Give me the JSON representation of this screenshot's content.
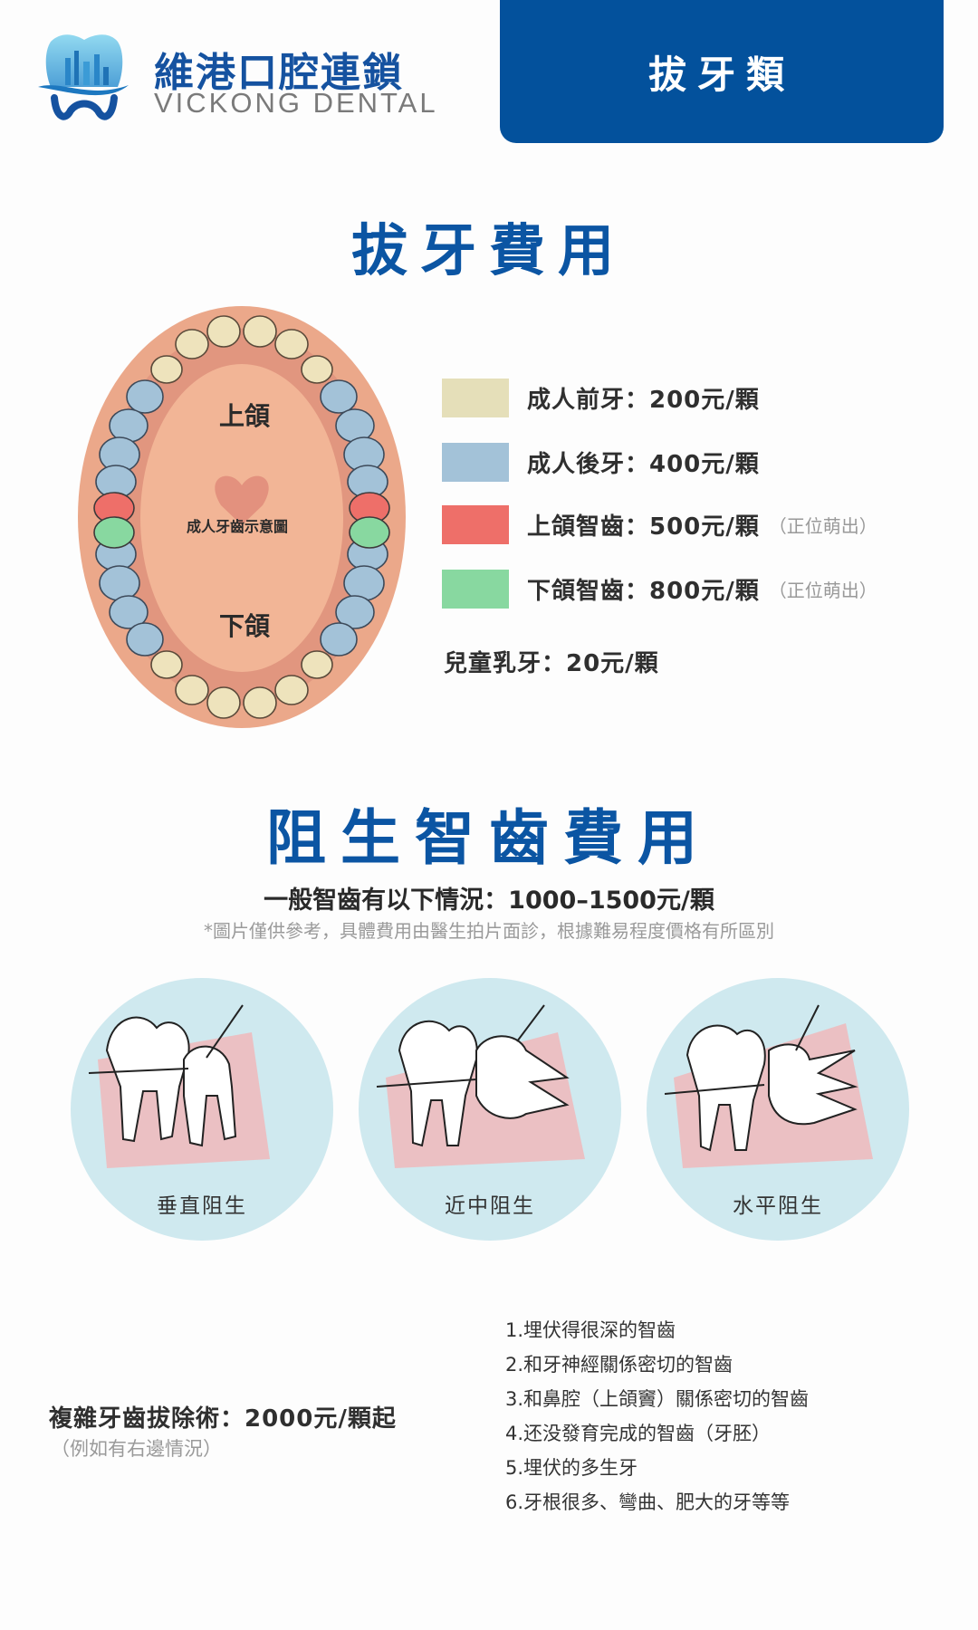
{
  "header": {
    "brand_cn": "維港口腔連鎖",
    "brand_en": "VICKONG DENTAL",
    "category": "拔牙類"
  },
  "extraction": {
    "title": "拔牙費用",
    "diagram": {
      "upper_label": "上頜",
      "lower_label": "下頜",
      "center_label": "成人牙齒示意圖"
    },
    "legend": [
      {
        "label": "成人前牙：200元/顆",
        "note": "",
        "color": "#e5dfb9"
      },
      {
        "label": "成人後牙：400元/顆",
        "note": "",
        "color": "#a3c2d8"
      },
      {
        "label": "上頜智齒：500元/顆",
        "note": "（正位萌出）",
        "color": "#ee6f69"
      },
      {
        "label": "下頜智齒：800元/顆",
        "note": "（正位萌出）",
        "color": "#88d8a0"
      }
    ],
    "child": "兒童乳牙：20元/顆"
  },
  "impacted": {
    "title": "阻生智齒費用",
    "general": "一般智齒有以下情況：1000–1500元/顆",
    "disclaimer": "*圖片僅供參考，具體費用由醫生拍片面診，根據難易程度價格有所區別",
    "types": [
      {
        "label": "垂直阻生"
      },
      {
        "label": "近中阻生"
      },
      {
        "label": "水平阻生"
      }
    ]
  },
  "complex": {
    "price": "複雜牙齒拔除術：2000元/顆起",
    "note": "（例如有右邊情況）",
    "conditions": [
      "1.埋伏得很深的智齒",
      "2.和牙神經關係密切的智齒",
      "3.和鼻腔（上頜竇）關係密切的智齒",
      "4.还没發育完成的智齒（牙胚）",
      "5.埋伏的多生牙",
      "6.牙根很多、彎曲、肥大的牙等等"
    ]
  },
  "colors": {
    "brand_blue": "#03519c",
    "title_blue": "#0b55a3",
    "gum": "#eba88a",
    "palate": "#f2b596"
  }
}
